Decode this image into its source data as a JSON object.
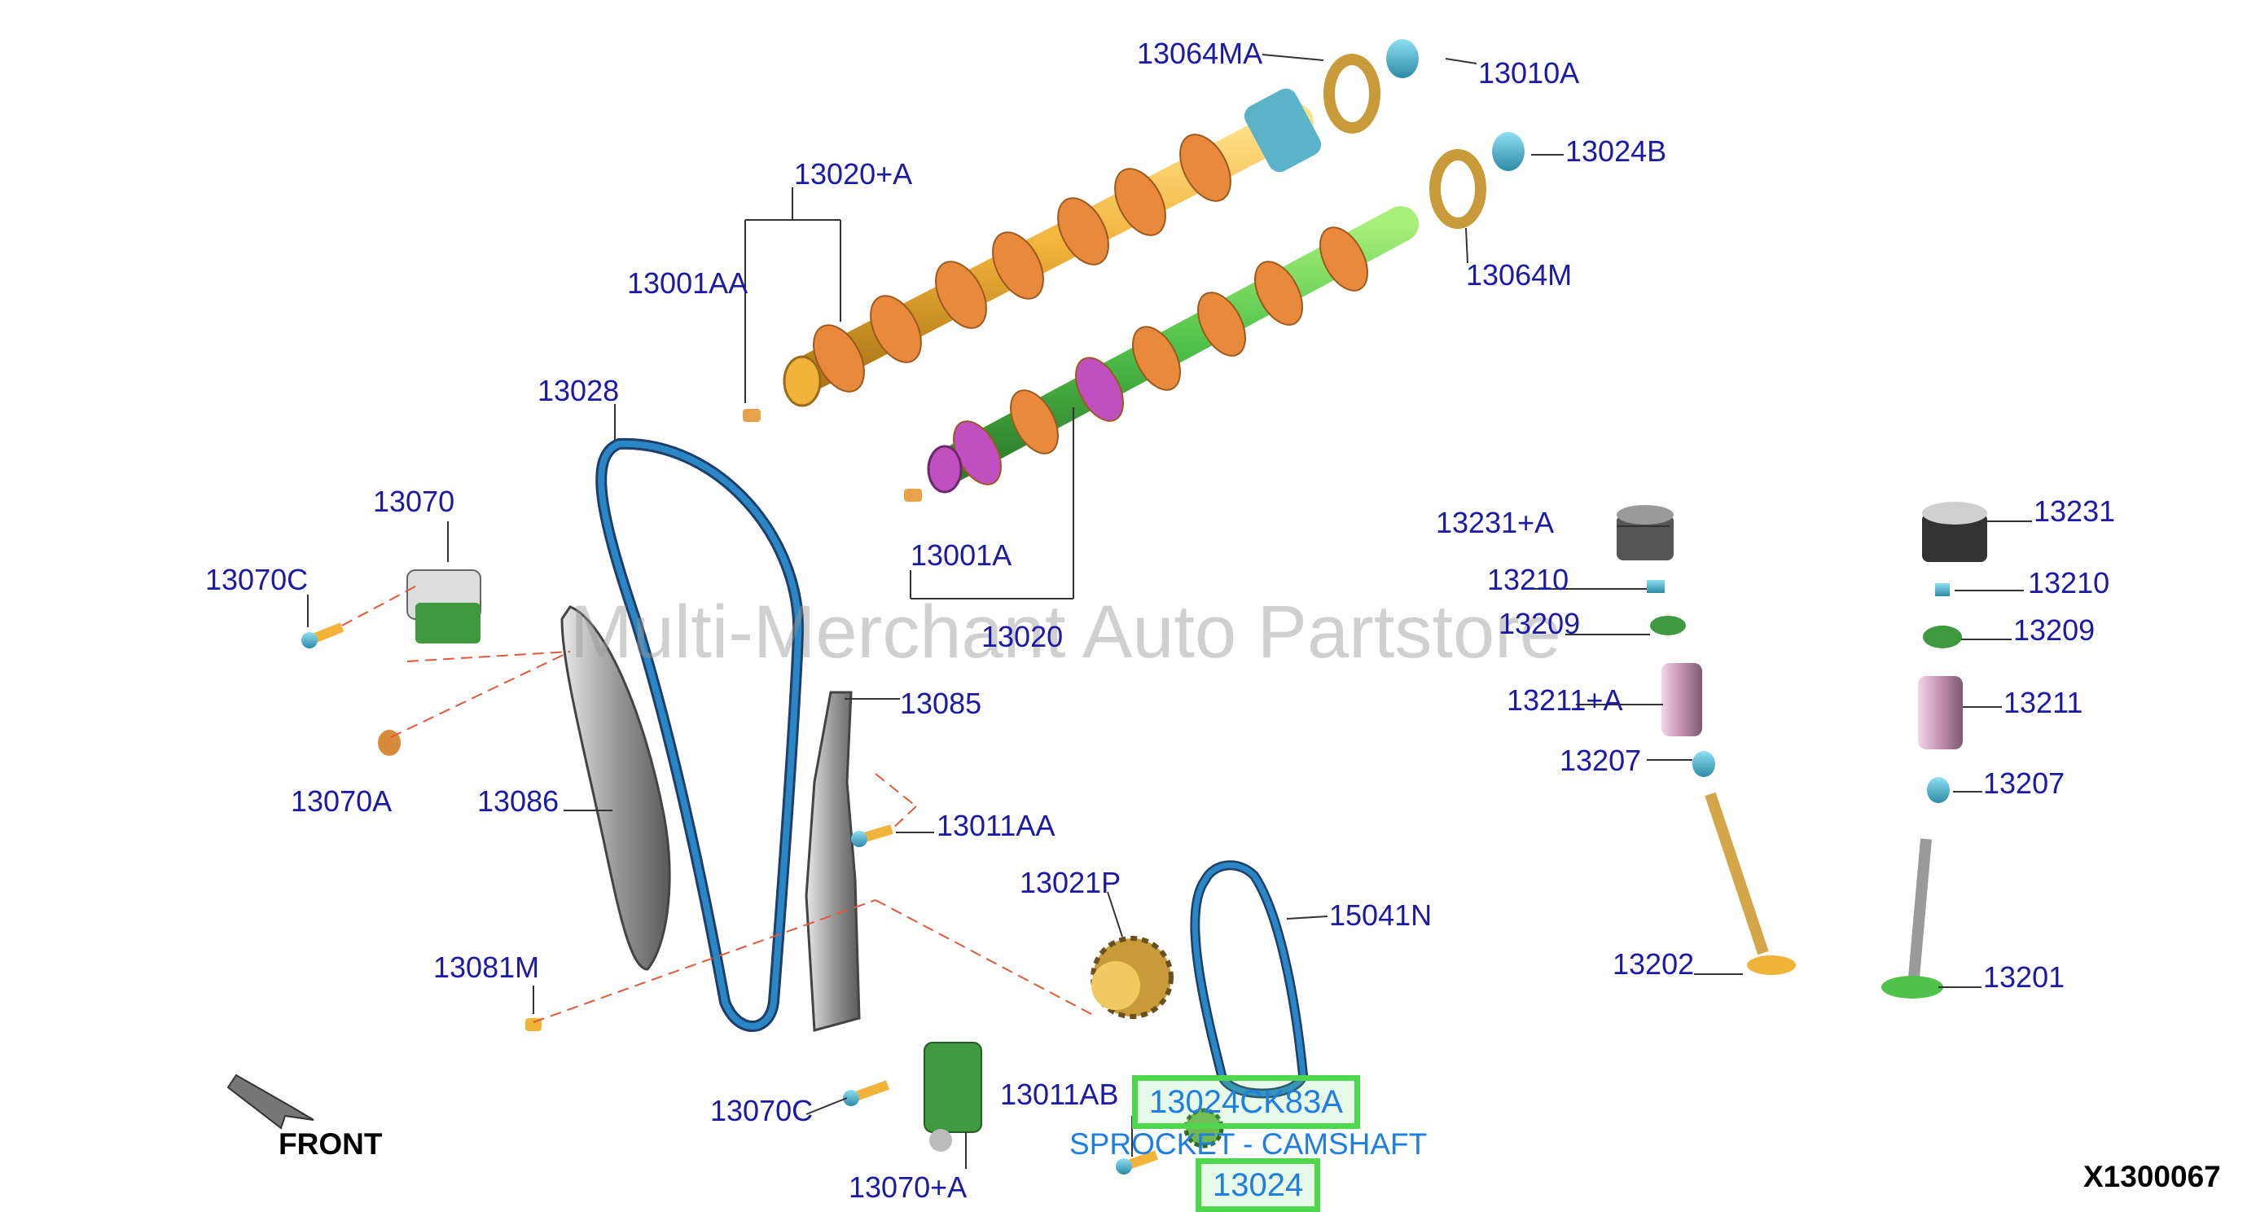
{
  "diagram": {
    "watermark": "Multi-Merchant Auto Partstore",
    "reference_code": "X1300067",
    "front_label": "FRONT",
    "highlight": {
      "part_number": "13024CK83A",
      "description": "SPROCKET - CAMSHAFT",
      "callout": "13024"
    },
    "callouts": {
      "p13064MA": "13064MA",
      "p13010A": "13010A",
      "p13024B": "13024B",
      "p13020A_plus": "13020+A",
      "p13001AA": "13001AA",
      "p13064M": "13064M",
      "p13028": "13028",
      "p13070": "13070",
      "p13070C_top": "13070C",
      "p13001A": "13001A",
      "p13020": "13020",
      "p13231A": "13231+A",
      "p13231": "13231",
      "p13210_left": "13210",
      "p13210_right": "13210",
      "p13209_left": "13209",
      "p13209_right": "13209",
      "p13211A": "13211+A",
      "p13211": "13211",
      "p13207_left": "13207",
      "p13207_right": "13207",
      "p13085": "13085",
      "p13070A": "13070A",
      "p13086": "13086",
      "p13011AA": "13011AA",
      "p13021P": "13021P",
      "p15041N": "15041N",
      "p13202": "13202",
      "p13201": "13201",
      "p13081M": "13081M",
      "p13011AB": "13011AB",
      "p13070C_bottom": "13070C",
      "p13070A_plus": "13070+A"
    },
    "colors": {
      "callout_text": "#1a1aa6",
      "chain": "#2a86c4",
      "cam_gold": "#f2b33a",
      "cam_green": "#4fc24a",
      "lobe_orange": "#e8893c",
      "highlight_box": "#4fd84f",
      "highlight_text": "#1f7fe0",
      "leader_dashed": "#e05a3a"
    }
  }
}
